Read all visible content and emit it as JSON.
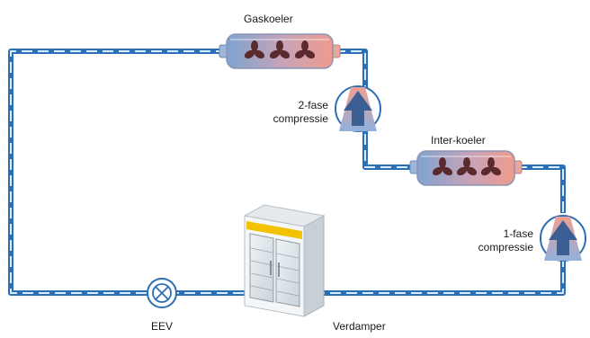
{
  "labels": {
    "gas_cooler": "Gaskoeler",
    "compressor_2_line1": "2-fase",
    "compressor_2_line2": "compressie",
    "inter_cooler": "Inter-koeler",
    "compressor_1_line1": "1-fase",
    "compressor_1_line2": "compressie",
    "eev": "EEV",
    "evaporator": "Verdamper"
  },
  "colors": {
    "pipe": "#2d6fb6",
    "pipe_dash": "#d9ecfb",
    "cooler_cold": "#7fa3cf",
    "cooler_hot": "#e79a8f",
    "fan": "#5a2a2e",
    "arrow": "#3b5f93",
    "cabinet_body": "#f1f3f5",
    "cabinet_trim": "#f2c200"
  },
  "icons": {
    "gas_cooler": "heat-exchanger-fans-icon",
    "inter_cooler": "heat-exchanger-fans-icon",
    "compressor": "compressor-arrow-icon",
    "eev": "expansion-valve-icon",
    "evaporator": "display-fridge-icon"
  }
}
